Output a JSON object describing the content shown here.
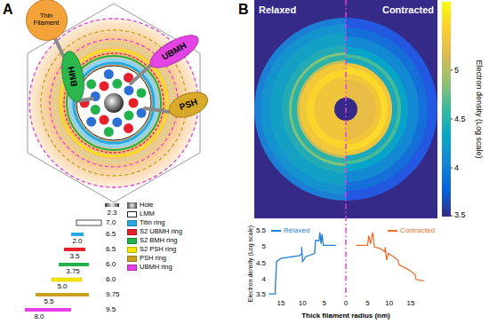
{
  "diagram": {
    "nodes": [
      {
        "text": [
          "Thin Filament"
        ]
      },
      {
        "text": [
          "BMH"
        ]
      },
      {
        "text": [
          "UBMH"
        ]
      },
      {
        "text": [
          "PSH"
        ]
      }
    ],
    "edges": [
      {
        "from": 0,
        "to": 1,
        "arrow": "none"
      }
    ],
    "labels": [
      "A",
      "2.3",
      "7.0",
      "2.0",
      "6.5",
      "3.5",
      "6.5",
      "3.75",
      "6.0",
      "5.0",
      "6.0",
      "5.5",
      "9.75",
      "8.0",
      "9.5",
      "B",
      "Relaxed",
      "Contracted",
      "5",
      "4.5",
      "4",
      "3.5",
      "Electron density (Log scale)",
      "5.5",
      "5",
      "4.5",
      "4",
      "3.5",
      "Electron density (Log scale)",
      "15",
      "10",
      "5",
      "0",
      "5",
      "10",
      "15",
      "Thick filament radius (nm)"
    ],
    "legend": [
      {
        "text": "Hole"
      },
      {
        "text": "LMM",
        "color": "#ffffff"
      },
      {
        "text": "Titin ring",
        "color": "#29a9e0"
      },
      {
        "text": "S2 UBMH ring",
        "color": "#e8202a"
      },
      {
        "text": "S2 BMH ring",
        "color": "#22b14c"
      },
      {
        "text": "S2 PSH ring",
        "color": "#f5e700"
      },
      {
        "text": "PSH ring",
        "color": "#c9a020"
      },
      {
        "text": "UBMH ring",
        "color": "#e83ee8"
      },
      {
        "text": "Relaxed"
      },
      {
        "text": "Contracted"
      }
    ]
  }
}
